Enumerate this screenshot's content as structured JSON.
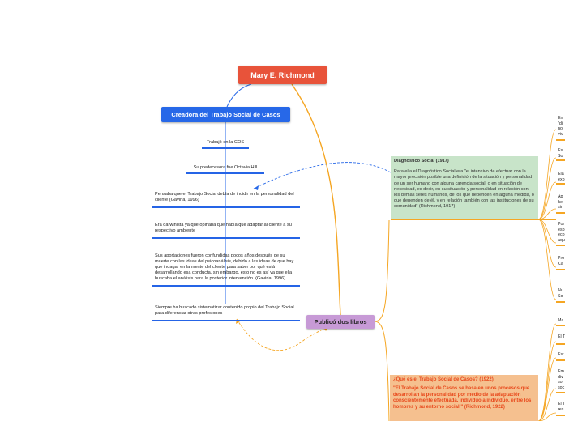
{
  "root": {
    "label": "Mary E. Richmond"
  },
  "creator": {
    "label": "Creadora del Trabajo Social de Casos",
    "items": [
      "Trabajó en la COS",
      "Su predecesora fue Octavia Hill",
      "Pensaba que el Trabajo Social debía de incidir en la personalidad del cliente (Gaviria, 1996)",
      "Era darwinista ya que opinaba que había que adaptar al cliente a su respectivo ambiente",
      "Sus aportaciones fueron confundidas pocos años después de su muerte con las ideas del psicoanálisis, debido a las ideas de que hay que indagar en la mente del cliente para saber por qué está desarrollando esa conducta, sin embargo, esto no es así ya que ella buscaba el análisis para la posterior intervención. (Gaviria, 1996)",
      "Siempre ha buscado sistematizar contenido propio del Trabajo Social para diferenciar otras profesiones"
    ]
  },
  "books": {
    "label": "Publicó dos libros",
    "book1": {
      "title": "Diagnóstico Social (1917)",
      "body": "Para ella el Diagnóstico Social era \"el intensivo de efectuar con la mayor precisión posible una definición de la situación y personalidad de un ser humano con alguna carencia social; o en situación de necesidad, es decir, en su situación y personalidad en relación con los demás seres humanos, de los que dependen en alguna medida, o que dependen de él, y en relación también con las instituciones de su comunidad\" (Richmond, 1917)",
      "children": [
        "En\n\"di\nno\nviv",
        "Es\nSo",
        "Ela\nexp",
        "Ap\nhe\nsin",
        "Por\nesp\neco\naqu",
        "Pro\nCa",
        "Nu\nSo"
      ]
    },
    "book2": {
      "title": "¿Qué es el Trabajo Social de Casos? (1922)",
      "body": "\"El Trabajo Social de Casos se basa en unos procesos que desarrollan la personalidad por medio de la adaptación conscientemente efectuada, individuo a individuo, entre los hombres y su entorno social.\" (Richmond, 1922)",
      "children": [
        "Ma",
        "El T",
        "Est",
        "Em\ndiv\nsol\nsoc",
        "El T\nres"
      ]
    }
  },
  "colors": {
    "root": "#e8533a",
    "creator": "#2768e8",
    "books": "#c79ad6",
    "book1": "#c8e4c9",
    "book2": "#f5c08f",
    "branch_orange": "#f5a623"
  }
}
